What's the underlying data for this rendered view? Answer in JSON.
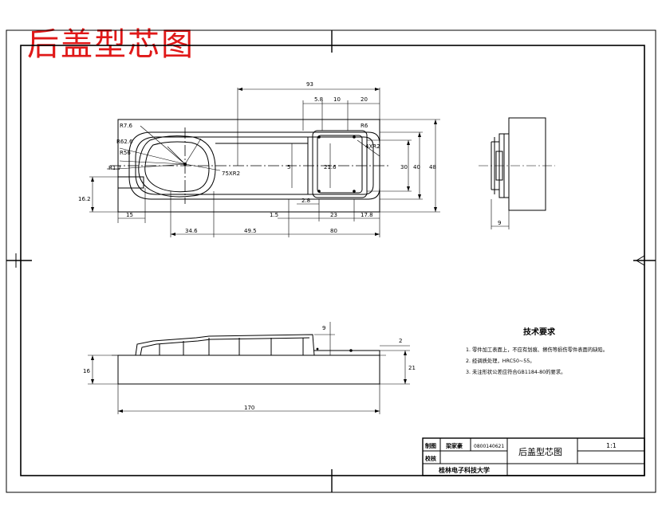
{
  "title": "后盖型芯图",
  "colors": {
    "title": "#e01818",
    "line": "#000000",
    "paper": "#ffffff"
  },
  "dims": {
    "d93": "93",
    "d5_8": "5.8",
    "d10": "10",
    "d20": "20",
    "r27_6": "R7.6",
    "r26": "R6",
    "r62_6": "R62.6",
    "r56": "R56",
    "r1": "R1.7",
    "r4x": "4XR2",
    "d24": "75XR2",
    "d16_2": "16.2",
    "d15": "15",
    "d1_5": "1.5",
    "d2_8": "2.8",
    "d23": "23",
    "d17_8": "17.8",
    "d34_6": "34.6",
    "d49_5": "49.5",
    "d80": "80",
    "d5": "5",
    "d21_8": "21.6",
    "d30": "30",
    "d40": "40",
    "d48": "48",
    "d9": "9",
    "s9": "9",
    "s2": "2",
    "s16": "16",
    "s21": "21",
    "s170": "170"
  },
  "notes": {
    "heading": "技术要求",
    "items": [
      "1. 零件加工表面上，不应有划痕、擦伤等损伤零件表面的缺陷。",
      "2. 经调质处理，HRC50~55。",
      "3. 未注形状公差应符合GB1184-80的要求。"
    ]
  },
  "title_block": {
    "label_draw": "制图",
    "name": "梁家豪",
    "student_id": "0800140621",
    "drawing_name": "后盖型芯图",
    "scale": "1:1",
    "label_check": "校核",
    "school": "桂林电子科技大学"
  }
}
